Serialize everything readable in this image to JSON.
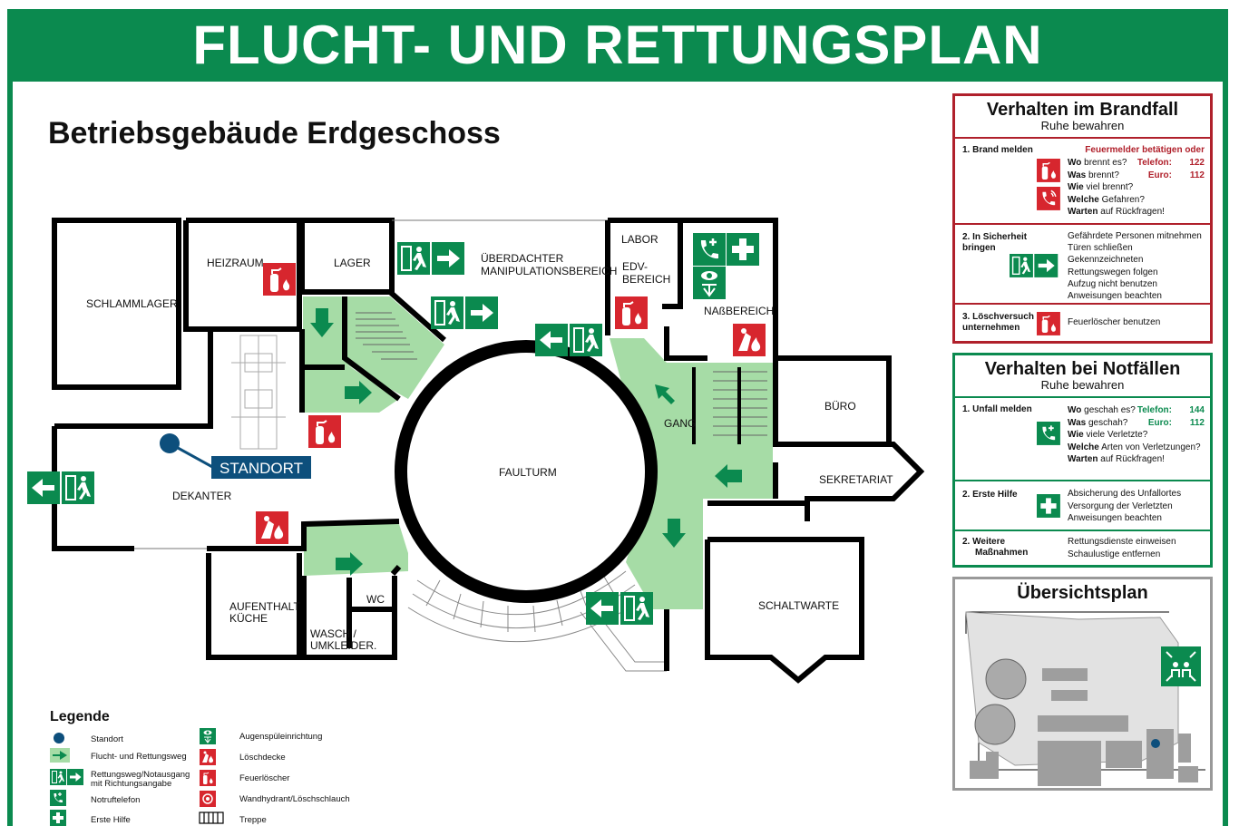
{
  "title": "FLUCHT- UND RETTUNGSPLAN",
  "subtitle": "Betriebsgebäude Erdgeschoss",
  "rooms": {
    "schlammlager": "SCHLAMMLAGER",
    "heizraum": "HEIZRAUM",
    "lager": "LAGER",
    "manipulation_1": "ÜBERDACHTER",
    "manipulation_2": "MANIPULATIONSBEREICH",
    "labor": "LABOR",
    "edv_1": "EDV-",
    "edv_2": "BEREICH",
    "nassbereich": "NAßBEREICH",
    "buero": "BÜRO",
    "gang": "GANG",
    "sekretariat": "SEKRETARIAT",
    "faulturm": "FAULTURM",
    "dekanter": "DEKANTER",
    "aufenthalt_1": "AUFENTHALT",
    "aufenthalt_2": "KÜCHE",
    "wc": "WC",
    "wasch_1": "WASCH /",
    "wasch_2": "UMKLEIDER.",
    "schaltwarte": "SCHALTWARTE"
  },
  "standort_label": "STANDORT",
  "brandfall": {
    "title": "Verhalten im Brandfall",
    "subtitle": "Ruhe bewahren",
    "s1_head": "1. Brand melden",
    "s1_top": "Feuermelder betätigen oder",
    "s1_l1_b": "Wo",
    "s1_l1": " brennt es?",
    "s1_l2_b": "Was",
    "s1_l2": " brennt?",
    "s1_l3_b": "Wie",
    "s1_l3": " viel brennt?",
    "s1_l4_b": "Welche",
    "s1_l4": " Gefahren?",
    "s1_l5_b": "Warten",
    "s1_l5": " auf Rückfragen!",
    "tel_label": "Telefon:",
    "tel_value": "122",
    "euro_label": "Euro:",
    "euro_value": "112",
    "s2_head_1": "2. In Sicherheit",
    "s2_head_2": "bringen",
    "s2_l1": "Gefährdete Personen mitnehmen",
    "s2_l2": "Türen schließen",
    "s2_l3": "Gekennzeichneten Rettungswegen folgen",
    "s2_l4": "Aufzug nicht benutzen",
    "s2_l5": "Anweisungen beachten",
    "s3_head_1": "3. Löschversuch",
    "s3_head_2": "unternehmen",
    "s3_l1": "Feuerlöscher benutzen"
  },
  "notfall": {
    "title": "Verhalten bei Notfällen",
    "subtitle": "Ruhe bewahren",
    "s1_head": "1. Unfall melden",
    "s1_l1_b": "Wo",
    "s1_l1": " geschah es?",
    "s1_l2_b": "Was",
    "s1_l2": " geschah?",
    "s1_l3_b": "Wie",
    "s1_l3": " viele Verletzte?",
    "s1_l4_b": "Welche",
    "s1_l4": " Arten von Verletzungen?",
    "s1_l5_b": "Warten",
    "s1_l5": " auf Rückfragen!",
    "tel_label": "Telefon:",
    "tel_value": "144",
    "euro_label": "Euro:",
    "euro_value": "112",
    "s2_head": "2. Erste Hilfe",
    "s2_l1": "Absicherung des Unfallortes",
    "s2_l2": "Versorgung der Verletzten",
    "s2_l3": "Anweisungen beachten",
    "s3_head_1": "2. Weitere",
    "s3_head_2": "Maßnahmen",
    "s3_l1": "Rettungsdienste einweisen",
    "s3_l2": "Schaulustige entfernen"
  },
  "uebersicht": {
    "title": "Übersichtsplan"
  },
  "legend": {
    "title": "Legende",
    "standort": "Standort",
    "fluchtweg": "Flucht- und Rettungsweg",
    "notausgang_1": "Rettungsweg/Notausgang",
    "notausgang_2": "mit Richtungsangabe",
    "notruftelefon": "Notruftelefon",
    "erste_hilfe": "Erste Hilfe",
    "augenspuele": "Augenspüleinrichtung",
    "loeschdecke": "Löschdecke",
    "feuerloescher": "Feuerlöscher",
    "wandhydrant": "Wandhydrant/Löschschlauch",
    "treppe": "Treppe"
  },
  "colors": {
    "safety_green": "#0b8a4f",
    "route_green": "#a6dca6",
    "fire_red": "#d7262e",
    "standort_blue": "#0d4f7c",
    "wall": "#000000"
  },
  "icons": [
    "exit-arrow-sign",
    "running-man-icon",
    "fire-extinguisher-icon",
    "fire-blanket-icon",
    "emergency-phone-icon",
    "first-aid-icon",
    "eye-wash-icon",
    "assembly-point-icon",
    "stair-icon"
  ]
}
